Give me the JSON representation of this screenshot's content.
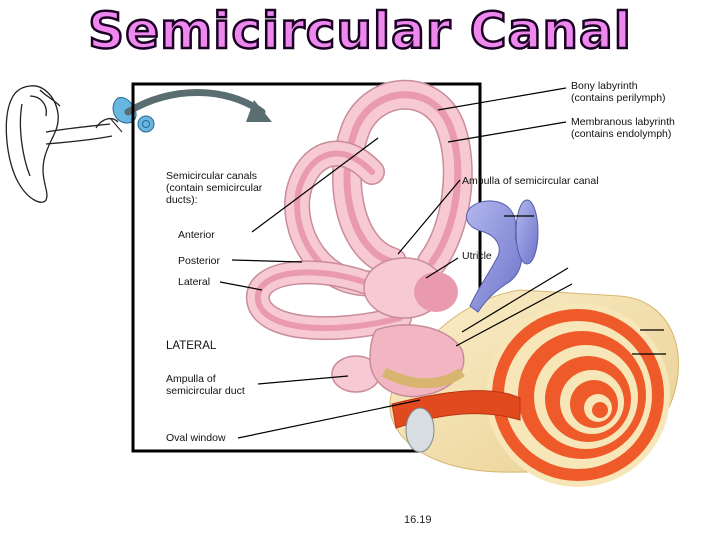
{
  "title": "Semicircular Canal",
  "labels": {
    "bony_labyrinth": "Bony labyrinth\n(contains perilymph)",
    "membranous_labyrinth": "Membranous labyrinth\n(contains endolymph)",
    "semicircular_canals": "Semicircular canals\n(contain semicircular\nducts):",
    "anterior": "Anterior",
    "posterior": "Posterior",
    "lateral": "Lateral",
    "lateral_direction": "LATERAL",
    "ampulla_canal": "Ampulla of semicircular canal",
    "utricle": "Utricle",
    "ampulla_duct": "Ampulla of\nsemicircular duct",
    "oval_window": "Oval window"
  },
  "caption": "16.19",
  "colors": {
    "title_fill": "#ee88ee",
    "title_outline": "#1a0022",
    "bony": "#f6c9d3",
    "membranous": "#e99aad",
    "utricle": "#8a90dd",
    "cochlea": "#ef5a2a",
    "bone": "#f7e7b8"
  },
  "icons": [
    "outer-ear-sketch",
    "zoom-arrow"
  ]
}
